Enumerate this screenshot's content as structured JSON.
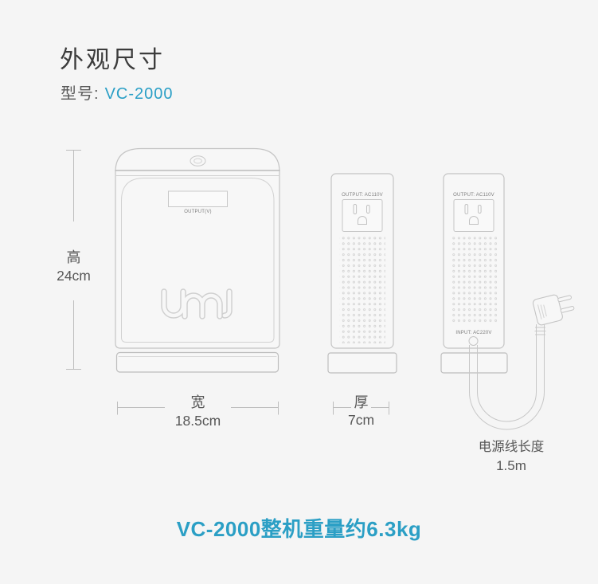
{
  "header": {
    "title": "外观尺寸",
    "model_label": "型号:",
    "model_value": "VC-2000"
  },
  "devices": {
    "front": {
      "display_label": "OUTPUT(V)",
      "logo": "UMI"
    },
    "side": {
      "output_label": "OUTPUT: AC110V"
    },
    "back": {
      "output_label": "OUTPUT: AC110V",
      "input_label": "INPUT: AC220V"
    }
  },
  "dims": {
    "height_label": "高",
    "height_value": "24cm",
    "width_label": "宽",
    "width_value": "18.5cm",
    "depth_label": "厚",
    "depth_value": "7cm",
    "cord_label": "电源线长度",
    "cord_value": "1.5m"
  },
  "footer": {
    "weight_note": "VC-2000整机重量约6.3kg"
  },
  "colors": {
    "accent": "#2a9fc6",
    "background": "#f5f5f5",
    "line": "#c6c6c6",
    "text_dark": "#3c3c3c",
    "text_gray": "#575757"
  }
}
